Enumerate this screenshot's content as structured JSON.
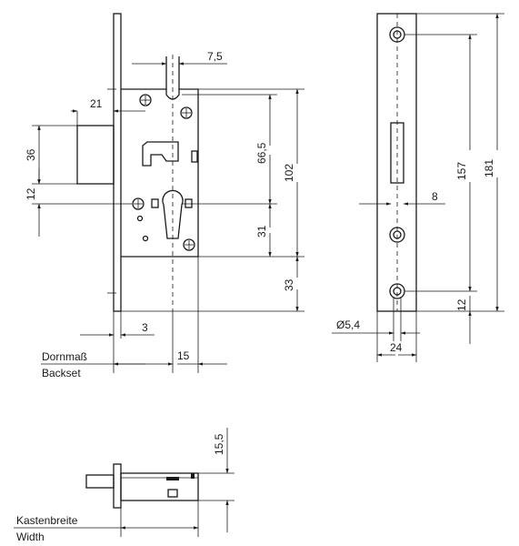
{
  "dimensions": {
    "d7_5": "7,5",
    "d21": "21",
    "d36": "36",
    "d12_left": "12",
    "d66_5": "66,5",
    "d102": "102",
    "d31": "31",
    "d33": "33",
    "d3": "3",
    "d15": "15",
    "d8": "8",
    "d157": "157",
    "d181": "181",
    "d12_right": "12",
    "d5_4": "Ø5,4",
    "d24": "24",
    "d15_5": "15,5"
  },
  "labels": {
    "backset_de": "Dornmaß",
    "backset_en": "Backset",
    "width_de": "Kastenbreite",
    "width_en": "Width"
  }
}
